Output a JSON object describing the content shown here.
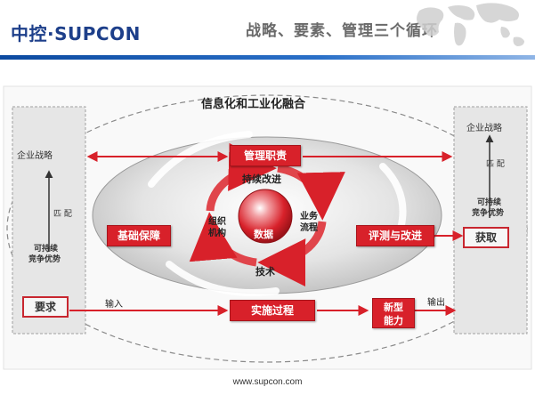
{
  "header": {
    "logo": "中控·SUPCON",
    "title": "战略、要素、管理三个循环"
  },
  "diagram": {
    "top_title": "信息化和工业化融合",
    "left_panel": {
      "strategy": "企业战略",
      "match": "匹 配",
      "advantage_line1": "可持续",
      "advantage_line2": "竞争优势",
      "requirement": "要求"
    },
    "right_panel": {
      "strategy": "企业战略",
      "match": "匹 配",
      "advantage_line1": "可持续",
      "advantage_line2": "竞争优势",
      "acquire": "获取"
    },
    "boxes": {
      "management": "管理职责",
      "foundation": "基础保障",
      "evaluation": "评测与改进",
      "implementation": "实施过程",
      "new_capability_line1": "新型",
      "new_capability_line2": "能力"
    },
    "inner": {
      "continuous": "持续改进",
      "org_line1": "组织",
      "org_line2": "机构",
      "biz_line1": "业务",
      "biz_line2": "流程",
      "data": "数据",
      "tech": "技术"
    },
    "flows": {
      "input": "输入",
      "output": "输出"
    }
  },
  "footer": {
    "url": "www.supcon.com"
  },
  "colors": {
    "brand_blue": "#1d3f8a",
    "accent_red": "#d8212a",
    "panel_gray": "#e6e6e6"
  }
}
